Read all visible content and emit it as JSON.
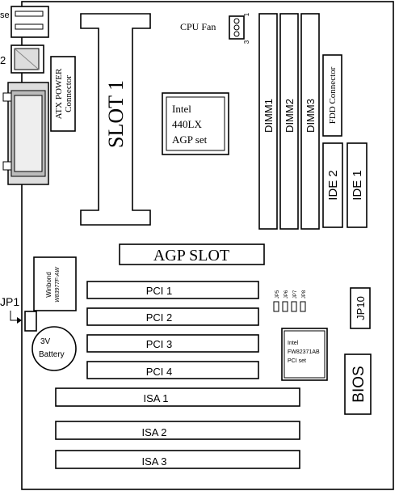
{
  "labels": {
    "edge_top": "se",
    "edge_mid": "2",
    "cpu_fan": "CPU Fan",
    "fan_pin1": "1",
    "fan_pin3": "3",
    "atx_line1": "ATX POWER",
    "atx_line2": "Connector",
    "slot1": "SLOT 1",
    "intel_chip_line1": "Intel",
    "intel_chip_line2": "440LX",
    "intel_chip_line3": "AGP set",
    "dimm1": "DIMM1",
    "dimm2": "DIMM2",
    "dimm3": "DIMM3",
    "fdd": "FDD Connector",
    "ide2": "IDE 2",
    "ide1": "IDE 1",
    "agp_slot": "AGP SLOT",
    "winbond_line1": "Winbond",
    "winbond_line2": "W83977F-AW",
    "jp1": "JP1",
    "battery_line1": "3V",
    "battery_line2": "Battery",
    "pci1": "PCI 1",
    "pci2": "PCI 2",
    "pci3": "PCI 3",
    "pci4": "PCI 4",
    "jp5": "JP5",
    "jp6": "JP6",
    "jp7": "JP7",
    "jp8": "JP8",
    "jp10": "JP10",
    "pciset_line1": "Intel",
    "pciset_line2": "FW82371AB",
    "pciset_line3": "PCI set",
    "bios": "BIOS",
    "isa1": "ISA 1",
    "isa2": "ISA 2",
    "isa3": "ISA 3"
  }
}
